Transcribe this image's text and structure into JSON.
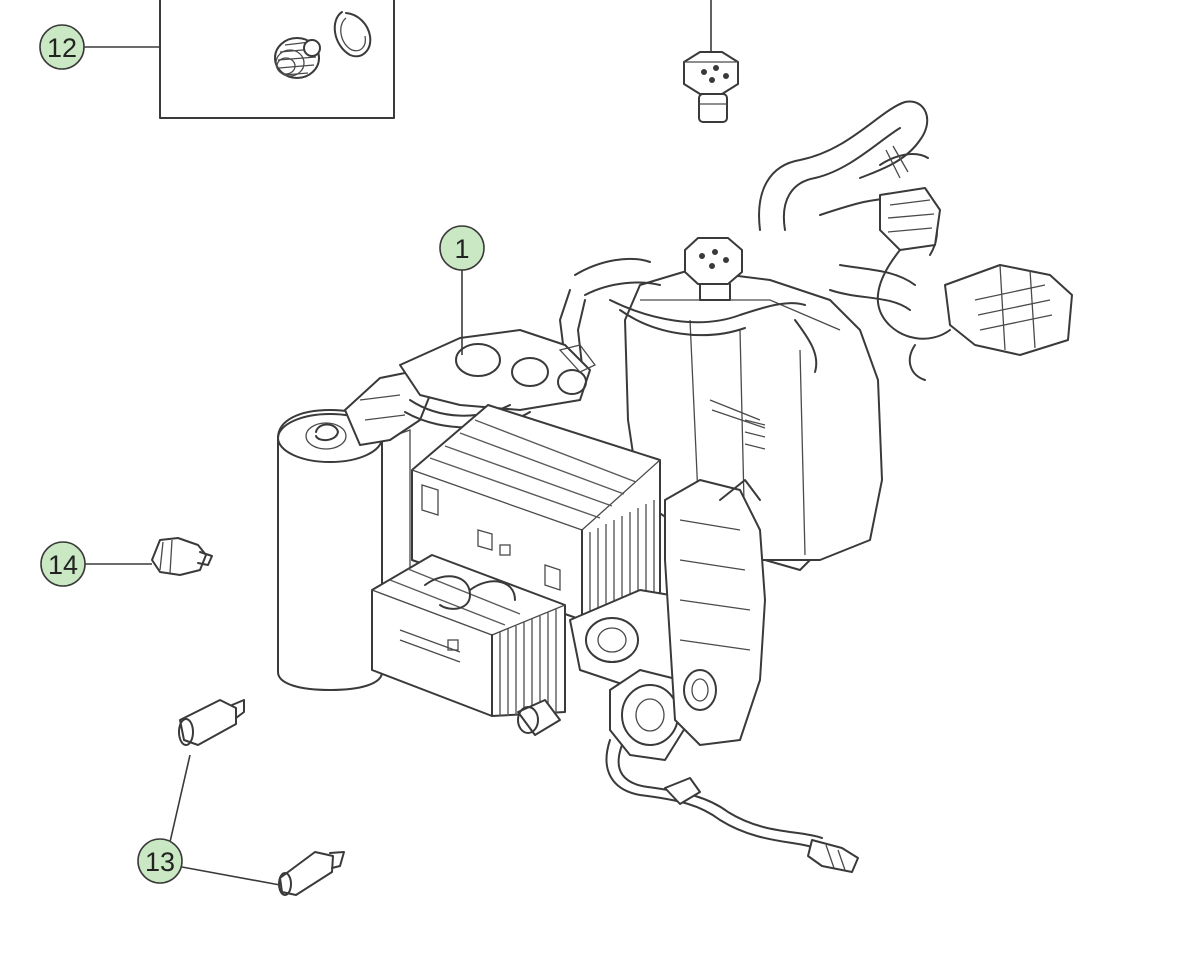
{
  "callouts": [
    {
      "id": "c12",
      "label": "12"
    },
    {
      "id": "c1",
      "label": "1"
    },
    {
      "id": "c14",
      "label": "14"
    },
    {
      "id": "c13",
      "label": "13"
    }
  ],
  "colors": {
    "callout_fill": "#c9e8c3",
    "line": "#3a3a3a",
    "background": "#ffffff"
  }
}
